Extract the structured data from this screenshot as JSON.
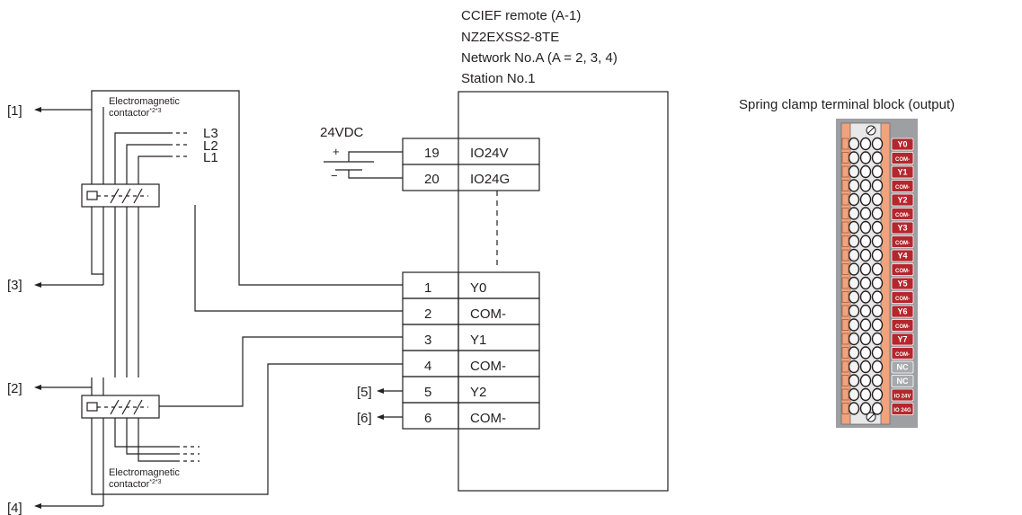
{
  "module": {
    "header_lines": [
      "CCIEF remote (A-1)",
      "NZ2EXSS2-8TE",
      "Network No.A (A = 2, 3, 4)",
      "Station No.1"
    ]
  },
  "power": {
    "label": "24VDC",
    "plus": "+",
    "minus": "−",
    "terminals": [
      {
        "pin": "19",
        "signal": "IO24V"
      },
      {
        "pin": "20",
        "signal": "IO24G"
      }
    ]
  },
  "terminals": [
    {
      "pin": "1",
      "signal": "Y0"
    },
    {
      "pin": "2",
      "signal": "COM-"
    },
    {
      "pin": "3",
      "signal": "Y1"
    },
    {
      "pin": "4",
      "signal": "COM-"
    },
    {
      "pin": "5",
      "signal": "Y2"
    },
    {
      "pin": "6",
      "signal": "COM-"
    }
  ],
  "contactors": {
    "label_line1": "Electromagnetic",
    "label_line2": "contactor",
    "superscript": "*2*3"
  },
  "phases": [
    "L3",
    "L2",
    "L1"
  ],
  "refs": [
    "[1]",
    "[2]",
    "[3]",
    "[4]",
    "[5]",
    "[6]"
  ],
  "terminal_block": {
    "title": "Spring clamp terminal block (output)",
    "labels": [
      "Y0",
      "COM-",
      "Y1",
      "COM-",
      "Y2",
      "COM-",
      "Y3",
      "COM-",
      "Y4",
      "COM-",
      "Y5",
      "COM-",
      "Y6",
      "COM-",
      "Y7",
      "COM-",
      "NC",
      "NC",
      "IO 24V",
      "IO 24G"
    ]
  },
  "colors": {
    "line": "#231f20",
    "terminal_label_red": "#b5272d",
    "terminal_label_grey": "#a7a9ac",
    "clamp_orange": "#f0a37d",
    "block_body": "#9d9fa2"
  }
}
